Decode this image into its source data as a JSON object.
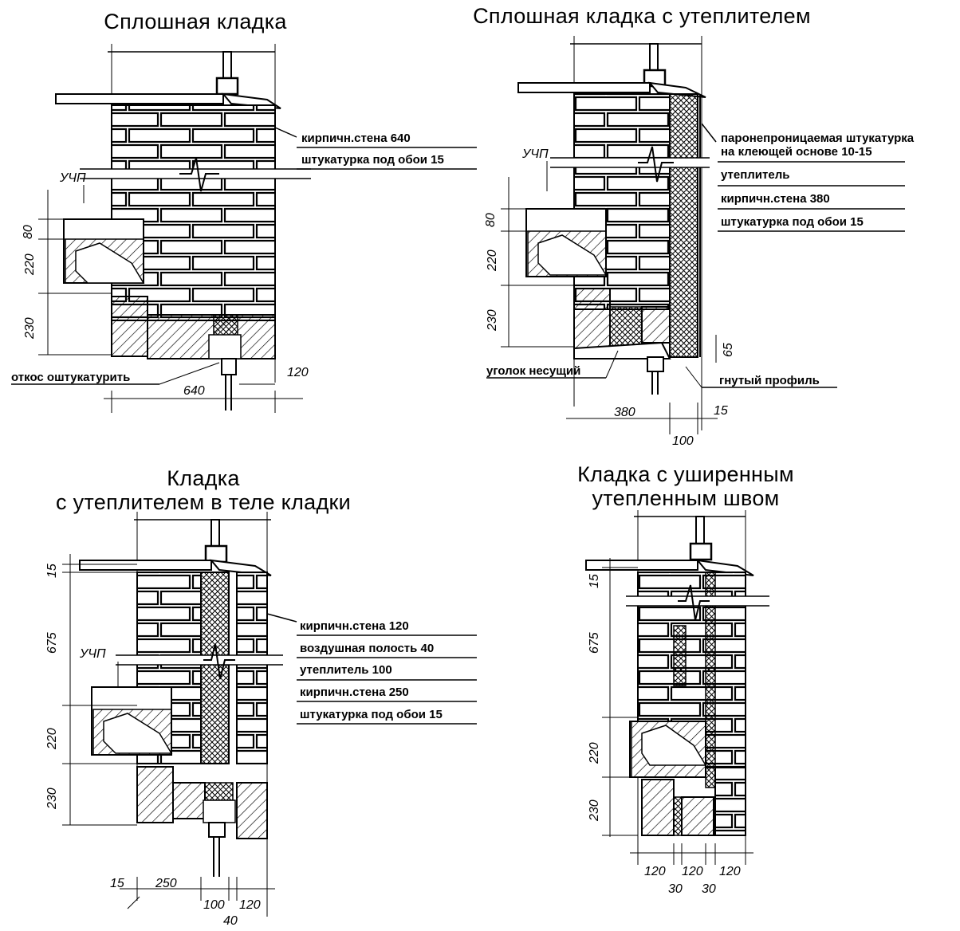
{
  "titles": {
    "solid": "Сплошная кладка",
    "solid_insulated": "Сплошная кладка с утеплителем",
    "cavity_line1": "Кладка",
    "cavity_line2": "с утеплителем в теле кладки",
    "wide_joint_line1": "Кладка с уширенным",
    "wide_joint_line2": "утепленным швом"
  },
  "solid": {
    "labels": [
      "кирпичн.стена 640",
      "штукатурка под обои 15"
    ],
    "uchp": "УЧП",
    "slope_note": "откос оштукатурить",
    "dims": {
      "d80": "80",
      "d220": "220",
      "d230": "230",
      "d640": "640",
      "d120": "120"
    }
  },
  "solid_insulated": {
    "labels": [
      "паронепроницаемая штукатурка",
      "на клеющей основе 10-15",
      "утеплитель",
      "кирпичн.стена 380",
      "штукатурка под обои 15"
    ],
    "uchp": "УЧП",
    "angle_note": "уголок несущий",
    "profile_note": "гнутый профиль",
    "dims": {
      "d80": "80",
      "d220": "220",
      "d230": "230",
      "d65": "65",
      "d380": "380",
      "d15": "15",
      "d100": "100"
    }
  },
  "cavity": {
    "labels": [
      "кирпичн.стена 120",
      "воздушная полость 40",
      "утеплитель 100",
      "кирпичн.стена 250",
      "штукатурка под обои 15"
    ],
    "uchp": "УЧП",
    "dims": {
      "d15": "15",
      "d675": "675",
      "d220": "220",
      "d230": "230",
      "d15b": "15",
      "d250": "250",
      "d100": "100",
      "d120": "120",
      "d40": "40"
    }
  },
  "wide_joint": {
    "dims": {
      "d15": "15",
      "d675": "675",
      "d220": "220",
      "d230": "230",
      "d120a": "120",
      "d120b": "120",
      "d120c": "120",
      "d30a": "30",
      "d30b": "30"
    }
  }
}
